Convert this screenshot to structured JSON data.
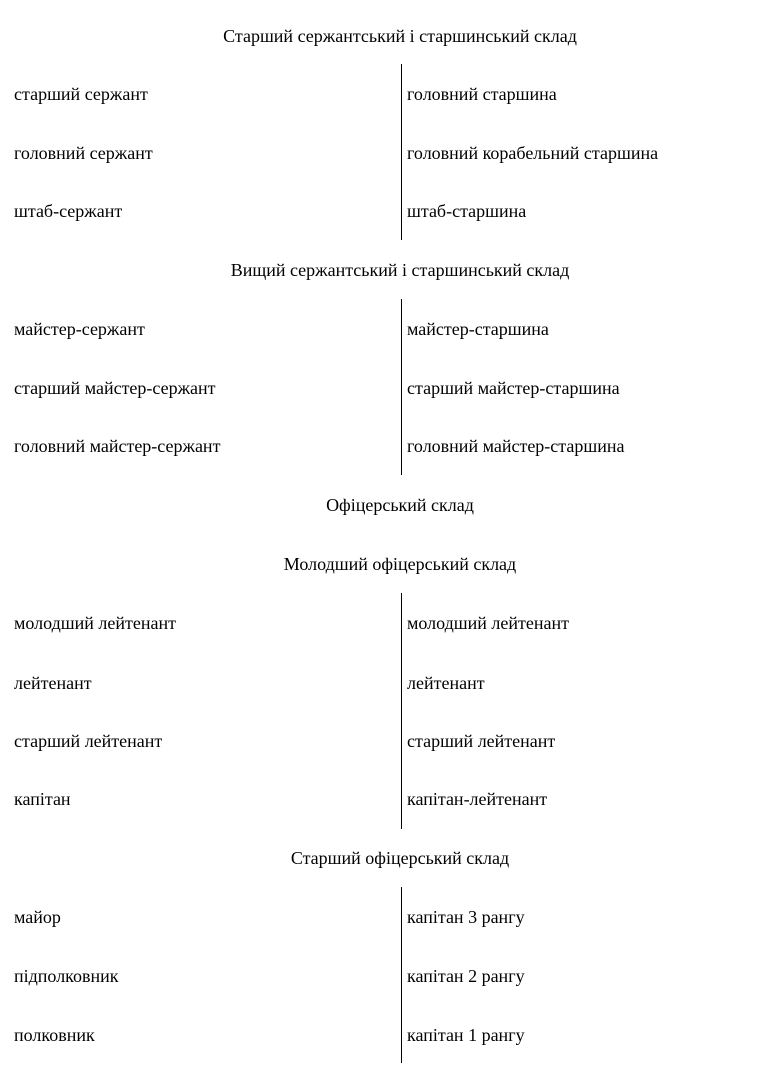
{
  "sections": [
    {
      "heading": "Старший сержантський і старшинський склад",
      "rows": [
        [
          "старший сержант",
          "головний старшина"
        ],
        [
          "головний сержант",
          "головний корабельний старшина"
        ],
        [
          "штаб-сержант",
          "штаб-старшина"
        ]
      ]
    },
    {
      "heading": "Вищий сержантський і старшинський склад",
      "rows": [
        [
          "майстер-сержант",
          "майстер-старшина"
        ],
        [
          "старший майстер-сержант",
          "старший майстер-старшина"
        ],
        [
          "головний майстер-сержант",
          "головний майстер-старшина"
        ]
      ]
    },
    {
      "heading": "Офіцерський склад",
      "rows": []
    },
    {
      "heading": "Молодший офіцерський склад",
      "rows": [
        [
          "молодший лейтенант",
          "молодший лейтенант"
        ],
        [
          "лейтенант",
          "лейтенант"
        ],
        [
          "старший лейтенант",
          "старший лейтенант"
        ],
        [
          "капітан",
          "капітан-лейтенант"
        ]
      ]
    },
    {
      "heading": "Старший офіцерський склад",
      "rows": [
        [
          "майор",
          "капітан 3 рангу"
        ],
        [
          "підполковник",
          "капітан 2 рангу"
        ],
        [
          "полковник",
          "капітан 1 рангу"
        ]
      ]
    }
  ]
}
